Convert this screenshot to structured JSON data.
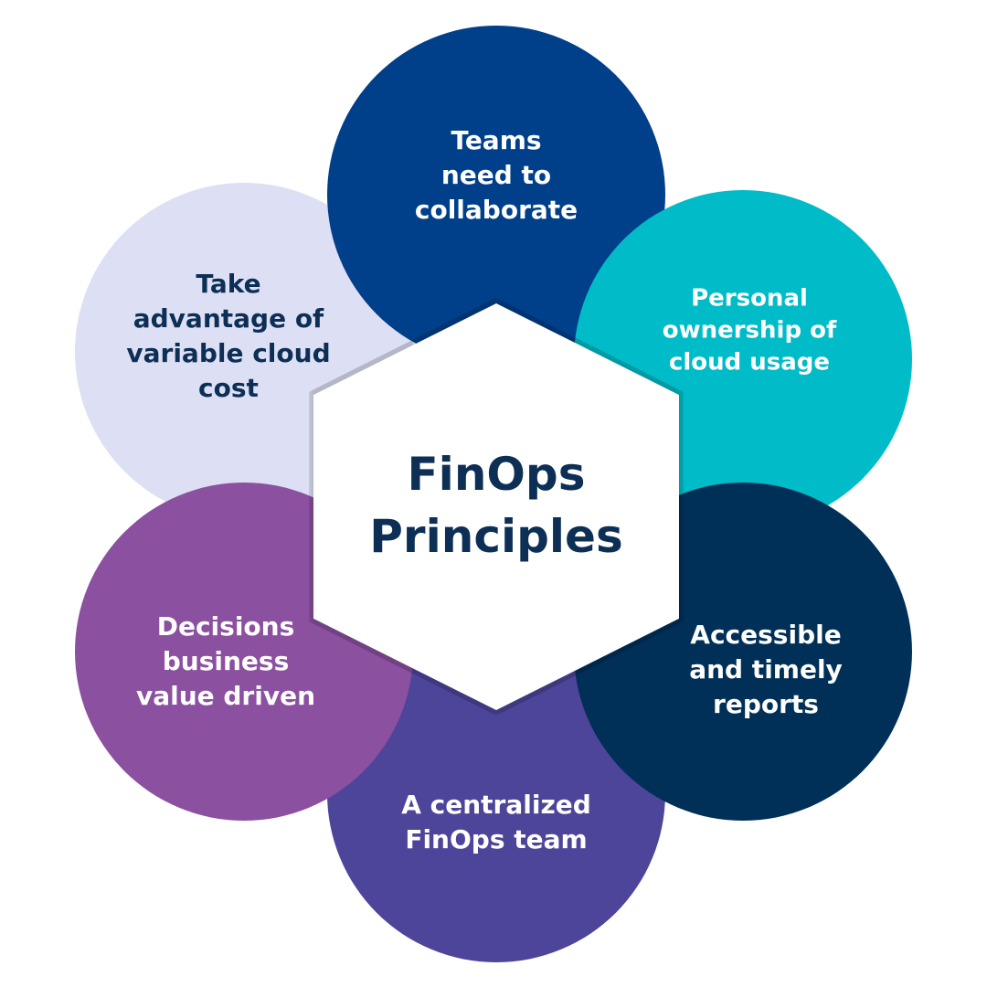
{
  "colors": {
    "navy_blue": "#003f8a",
    "teal": "#00bcc8",
    "lavender": "#dde0f4",
    "purple": "#8b50a0",
    "indigo": "#4d459a",
    "dark_navy": "#003057",
    "white": "#ffffff",
    "text_dark": "#0d2f55"
  },
  "center": {
    "title": "FinOps\nPrinciples"
  },
  "principles": [
    {
      "label": "Teams\nneed to\ncollaborate",
      "color": "#003f8a",
      "text_color": "#ffffff"
    },
    {
      "label": "Personal\nownership of\ncloud usage",
      "color": "#00bcc8",
      "text_color": "#ffffff"
    },
    {
      "label": "Accessible\nand timely\nreports",
      "color": "#003057",
      "text_color": "#ffffff"
    },
    {
      "label": "A centralized\nFinOps team",
      "color": "#4d459a",
      "text_color": "#ffffff"
    },
    {
      "label": "Decisions\nbusiness\nvalue driven",
      "color": "#8b50a0",
      "text_color": "#ffffff"
    },
    {
      "label": "Take\nadvantage of\nvariable cloud\ncost",
      "color": "#dde0f4",
      "text_color": "#0d2f55"
    }
  ]
}
